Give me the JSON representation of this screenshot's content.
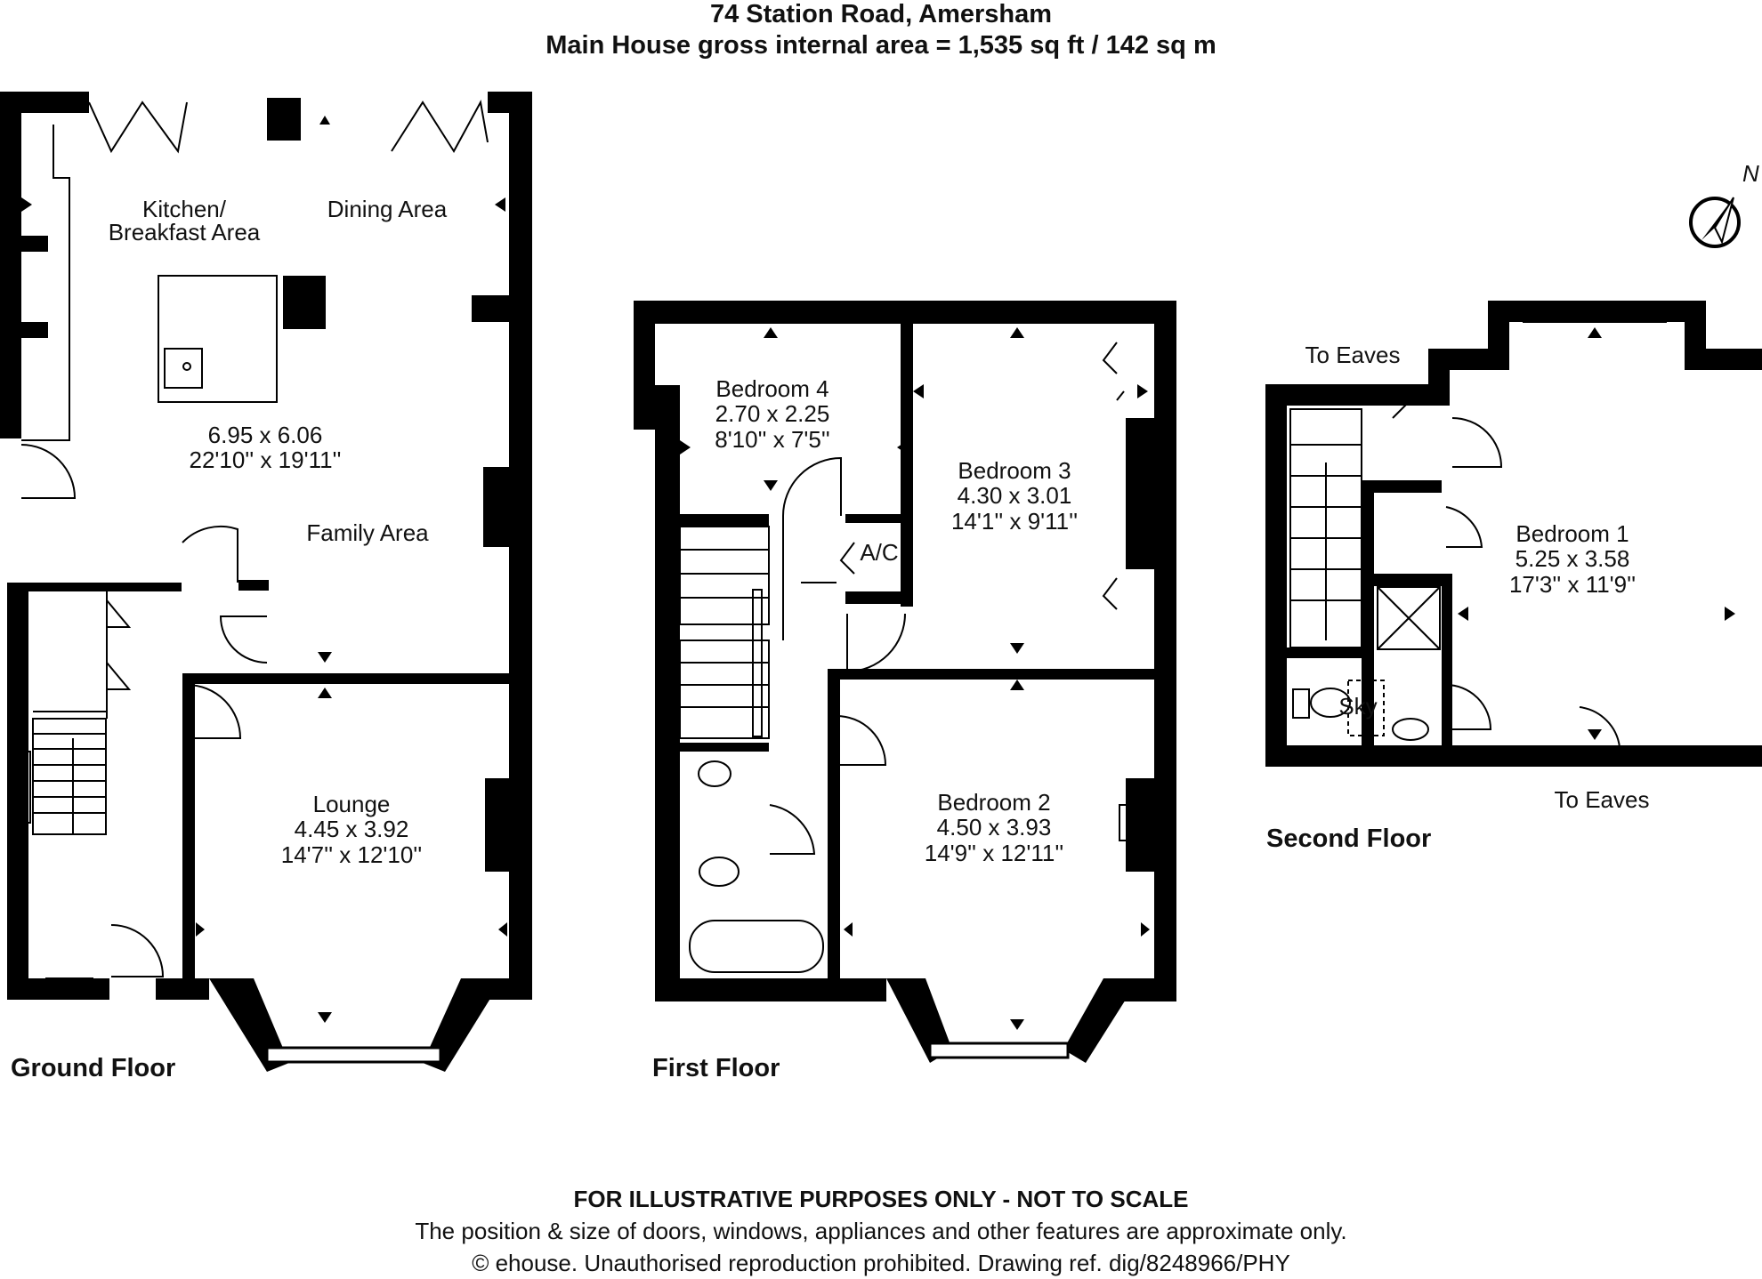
{
  "header": {
    "title": "74 Station Road, Amersham",
    "area": "Main House gross internal area = 1,535 sq ft / 142 sq m"
  },
  "compass": {
    "label": "N",
    "icon": "north-arrow-icon"
  },
  "ground_floor": {
    "label": "Ground Floor",
    "kitchen_line1": "Kitchen/",
    "kitchen_line2": "Breakfast Area",
    "dining": "Dining Area",
    "family": "Family Area",
    "open_plan_metric": "6.95 x 6.06",
    "open_plan_imperial": "22'10'' x 19'11''",
    "lounge": "Lounge",
    "lounge_metric": "4.45 x 3.92",
    "lounge_imperial": "14'7'' x 12'10''"
  },
  "first_floor": {
    "label": "First Floor",
    "bed4": "Bedroom 4",
    "bed4_metric": "2.70 x 2.25",
    "bed4_imperial": "8'10'' x 7'5''",
    "bed3": "Bedroom 3",
    "bed3_metric": "4.30 x 3.01",
    "bed3_imperial": "14'1'' x 9'11''",
    "ac": "A/C",
    "bed2": "Bedroom  2",
    "bed2_metric": "4.50 x 3.93",
    "bed2_imperial": "14'9'' x 12'11''"
  },
  "second_floor": {
    "label": "Second Floor",
    "eaves_top": "To Eaves",
    "eaves_bottom": "To Eaves",
    "sky": "Sky",
    "bed1": "Bedroom 1",
    "bed1_metric": "5.25 x 3.58",
    "bed1_imperial": "17'3'' x 11'9''"
  },
  "footer": {
    "disclaimer": "FOR ILLUSTRATIVE PURPOSES ONLY - NOT TO SCALE",
    "position_note": "The position & size of doors, windows, appliances and other features are approximate only.",
    "copyright": "© ehouse. Unauthorised reproduction prohibited. Drawing ref. dig/8248966/PHY"
  }
}
